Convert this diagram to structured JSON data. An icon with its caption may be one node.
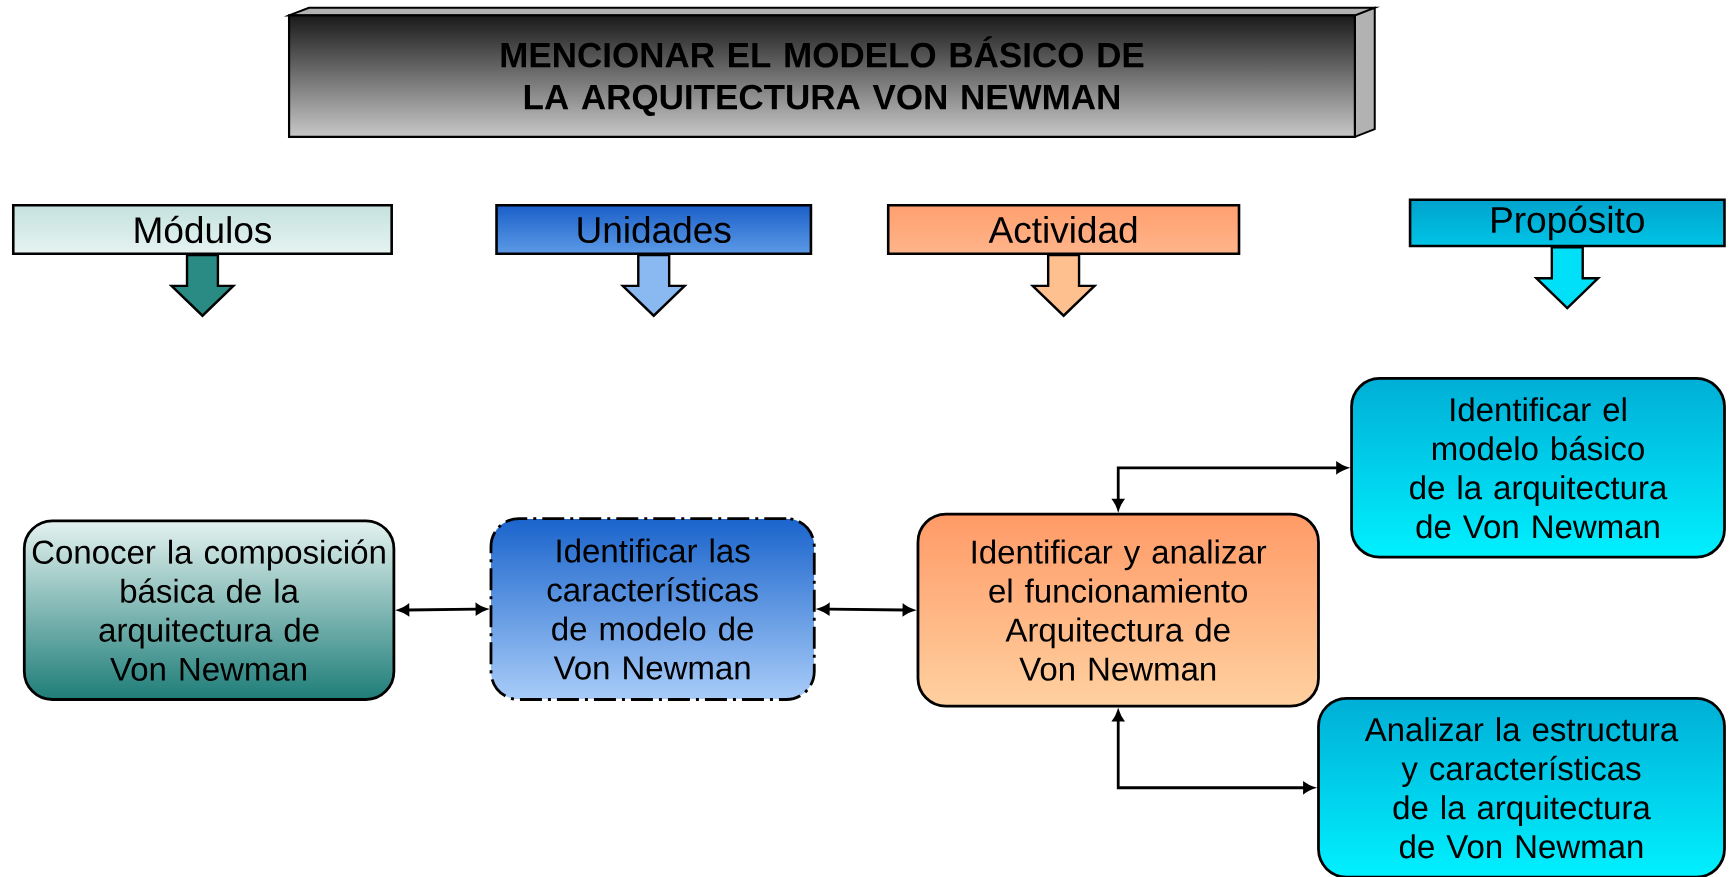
{
  "diagram": {
    "nodes": [
      {
        "text": [
          "MENCIONAR EL MODELO BÁSICO DE LA ARQUITECTURA VON NEWMAN"
        ]
      },
      {
        "text": [
          "Módulos"
        ]
      },
      {
        "text": [
          "Unidades"
        ]
      },
      {
        "text": [
          "Actividad"
        ]
      },
      {
        "text": [
          "Propósito"
        ]
      },
      {
        "text": [
          "Conocer la composición básica de la arquitectura de Von Newman"
        ]
      },
      {
        "text": [
          "Identificar las características de modelo de Von Newman"
        ]
      },
      {
        "text": [
          "Identificar y analizar el funcionamiento Arquitectura de Von Newman"
        ]
      },
      {
        "text": [
          "Identificar el modelo básico de la arquitectura de Von Newman"
        ]
      },
      {
        "text": [
          "Analizar la estructura y características de la arquitectura de Von Newman"
        ]
      }
    ],
    "edges": [
      {
        "from": 1,
        "to": null,
        "arrow": "to",
        "color": "#2a8a84"
      },
      {
        "from": 2,
        "to": null,
        "arrow": "to",
        "color": "#8ab8f0"
      },
      {
        "from": 3,
        "to": null,
        "arrow": "to",
        "color": "#ffc090"
      },
      {
        "from": 4,
        "to": null,
        "arrow": "to",
        "color": "#00e0f8"
      },
      {
        "from": 5,
        "to": 6,
        "arrow": "both"
      },
      {
        "from": 6,
        "to": 7,
        "arrow": "both"
      },
      {
        "from": 7,
        "to": 8,
        "arrow": "both"
      },
      {
        "from": 7,
        "to": 9,
        "arrow": "both"
      }
    ]
  }
}
